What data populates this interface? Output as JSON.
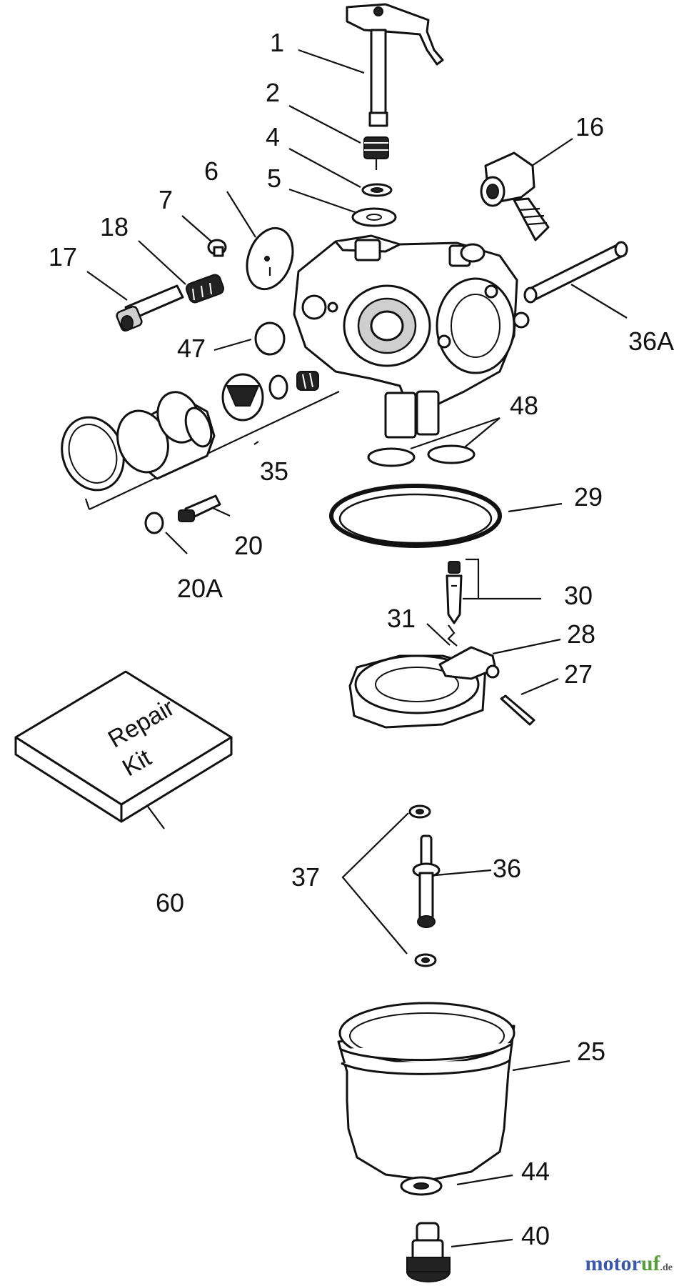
{
  "callouts": {
    "c1": "1",
    "c2": "2",
    "c4": "4",
    "c5": "5",
    "c6": "6",
    "c7": "7",
    "c16": "16",
    "c17": "17",
    "c18": "18",
    "c20": "20",
    "c20a": "20A",
    "c25": "25",
    "c27": "27",
    "c28": "28",
    "c29": "29",
    "c30": "30",
    "c31": "31",
    "c35": "35",
    "c36": "36",
    "c36a": "36A",
    "c37": "37",
    "c40": "40",
    "c44": "44",
    "c47": "47",
    "c48": "48",
    "c60": "60"
  },
  "repair_kit": {
    "line1": "Repair",
    "line2": "Kit"
  },
  "watermark": {
    "a": "motor",
    "b": "uf",
    "c": ".de"
  }
}
